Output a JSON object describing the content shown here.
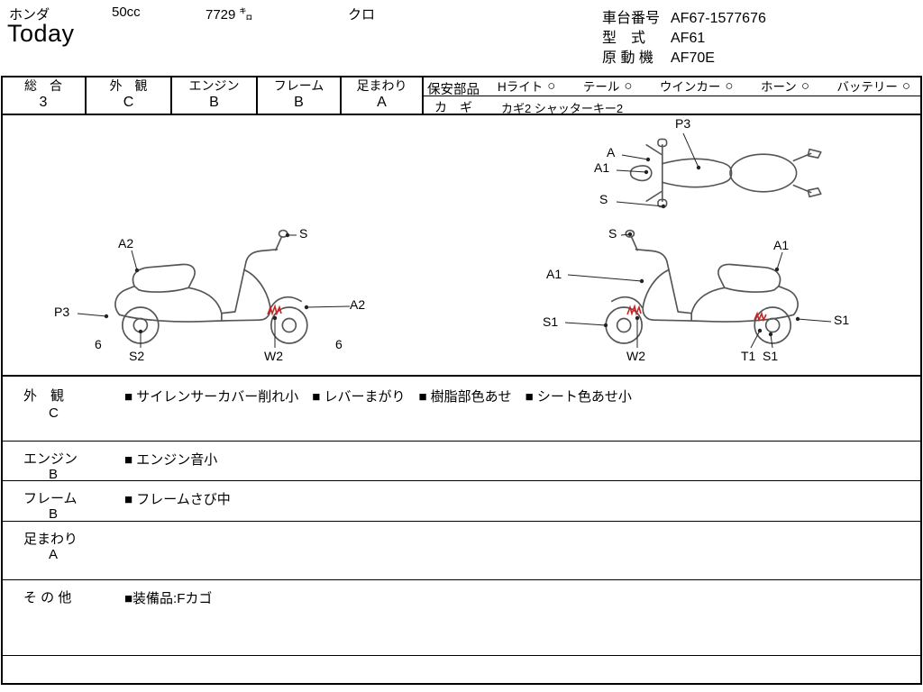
{
  "header": {
    "maker": "ホンダ",
    "model_name": "Today",
    "displacement": "50cc",
    "mileage": "7729 ㌔",
    "color": "クロ",
    "chassis_label": "車台番号",
    "chassis_no": "AF67-1577676",
    "type_label": "型　式",
    "type_value": "AF61",
    "engine_label": "原 動 機",
    "engine_value": "AF70E"
  },
  "grades": {
    "cells": [
      {
        "label": "総　合",
        "value": "3"
      },
      {
        "label": "外　観",
        "value": "C"
      },
      {
        "label": "エンジン",
        "value": "B"
      },
      {
        "label": "フレーム",
        "value": "B"
      },
      {
        "label": "足まわり",
        "value": "A"
      }
    ],
    "safety_label": "保安部品",
    "safety_items": [
      {
        "label": "Hライト",
        "mark": "○"
      },
      {
        "label": "テール",
        "mark": "○"
      },
      {
        "label": "ウインカー",
        "mark": "○"
      },
      {
        "label": "ホーン",
        "mark": "○"
      },
      {
        "label": "バッテリー",
        "mark": "○"
      }
    ],
    "key_label": "カ　ギ",
    "key_value": "カギ2 シャッターキー2"
  },
  "diagram_labels": {
    "top": [
      "P3",
      "A",
      "A1",
      "S"
    ],
    "left": [
      "S",
      "A2",
      "P3",
      "6",
      "S2",
      "W2",
      "A2",
      "6"
    ],
    "right": [
      "S",
      "A1",
      "A1",
      "S1",
      "W2",
      "T1",
      "S1",
      "S1"
    ]
  },
  "notes": [
    {
      "label": "外　観",
      "grade": "C",
      "text": "■ サイレンサーカバー削れ小　■ レバーまがり　■ 樹脂部色あせ　■ シート色あせ小"
    },
    {
      "label": "エンジン",
      "grade": "B",
      "text": "■ エンジン音小"
    },
    {
      "label": "フレーム",
      "grade": "B",
      "text": "■ フレームさび中"
    },
    {
      "label": "足まわり",
      "grade": "A",
      "text": ""
    },
    {
      "label": "そ の 他",
      "grade": "",
      "text": "■装備品:Fカゴ"
    }
  ],
  "colors": {
    "ink": "#000000",
    "line_art": "#555555",
    "damage_mark": "#cc2222"
  }
}
